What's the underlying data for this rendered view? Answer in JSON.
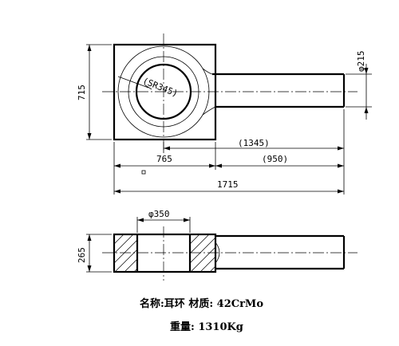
{
  "dimensions": {
    "height_top": "715",
    "shaft_dia": "φ215",
    "sr": "(SR345)",
    "ref_1345": "(1345)",
    "len_765": "765",
    "ref_950": "(950)",
    "overall": "1715",
    "bore_dia": "φ350",
    "thickness": "265"
  },
  "caption": {
    "line1": "名称:耳环 材质: 42CrMo",
    "line2": "重量: 1310Kg"
  }
}
